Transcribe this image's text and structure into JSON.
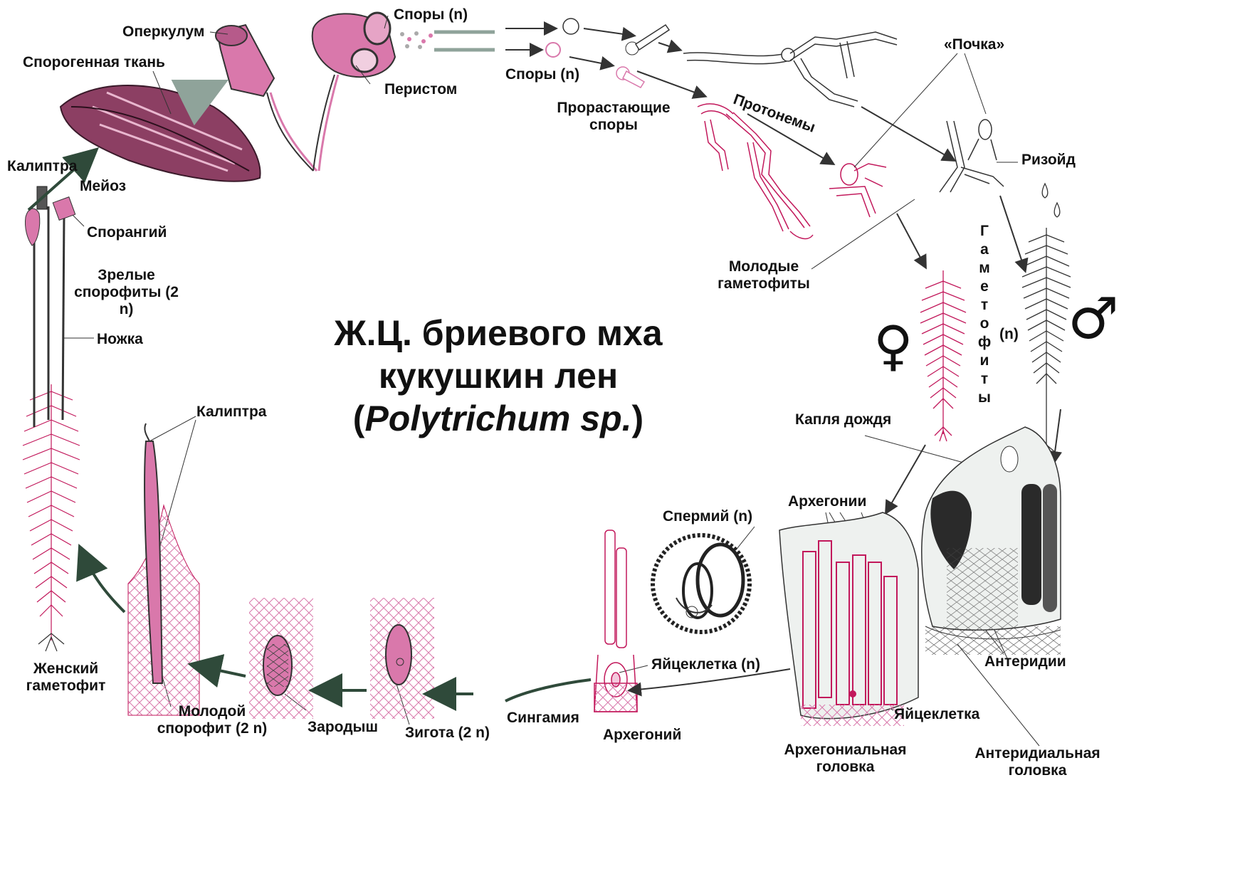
{
  "title": {
    "line1": "Ж.Ц. бриевого мха",
    "line2": "кукушкин лен",
    "line3_open": "(",
    "line3_italic": "Polytrichum sp.",
    "line3_close": ")"
  },
  "labels": {
    "operculum": "Оперкулум",
    "spores_top": "Споры (n)",
    "sporogenous_tissue": "Спорогенная ткань",
    "peristome": "Перистом",
    "spores": "Споры (n)",
    "germinating_spores": "Прорастающие споры",
    "protonema": "Протонемы",
    "bud": "«Почка»",
    "rhizoid": "Ризойд",
    "calyptra_top": "Калиптра",
    "meiosis": "Мейоз",
    "sporangium": "Спорангий",
    "mature_sporophytes": "Зрелые спорофиты (2 n)",
    "stalk": "Ножка",
    "young_gametophytes": "Молодые гаметофиты",
    "gametophytes_vertical": "Гаметофиты",
    "ploidy_n": "(n)",
    "raindrop": "Капля дождя",
    "calyptra_bottom": "Калиптра",
    "archegonia": "Архегонии",
    "sperm": "Спермий (n)",
    "antheridia": "Антеридии",
    "egg_n": "Яйцеклетка (n)",
    "egg": "Яйцеклетка",
    "female_gametophyte": "Женский гаметофит",
    "young_sporophyte": "Молодой спорофит (2 n)",
    "embryo": "Зародыш",
    "zygote": "Зигота (2 n)",
    "syngamy": "Сингамия",
    "archegonium": "Архегоний",
    "archegonial_head": "Архегониальная головка",
    "antheridial_head": "Антеридиальная головка"
  },
  "symbols": {
    "female": "♀",
    "male": "♂"
  },
  "colors": {
    "pink_fill": "#d978ab",
    "pink_line": "#c2185b",
    "arrow_green": "#2f4a3a",
    "arrow_gray": "#8fa39a",
    "dark_line": "#222222"
  }
}
